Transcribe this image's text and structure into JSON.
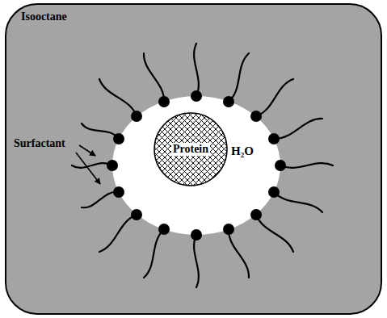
{
  "diagram": {
    "nodes": [
      {
        "text": [
          "Isooctane"
        ]
      },
      {
        "text": [
          "H₂O"
        ],
        "in": 0
      },
      {
        "text": [
          "Protein"
        ],
        "in": 1
      }
    ],
    "labels": [
      "Surfactant"
    ]
  }
}
